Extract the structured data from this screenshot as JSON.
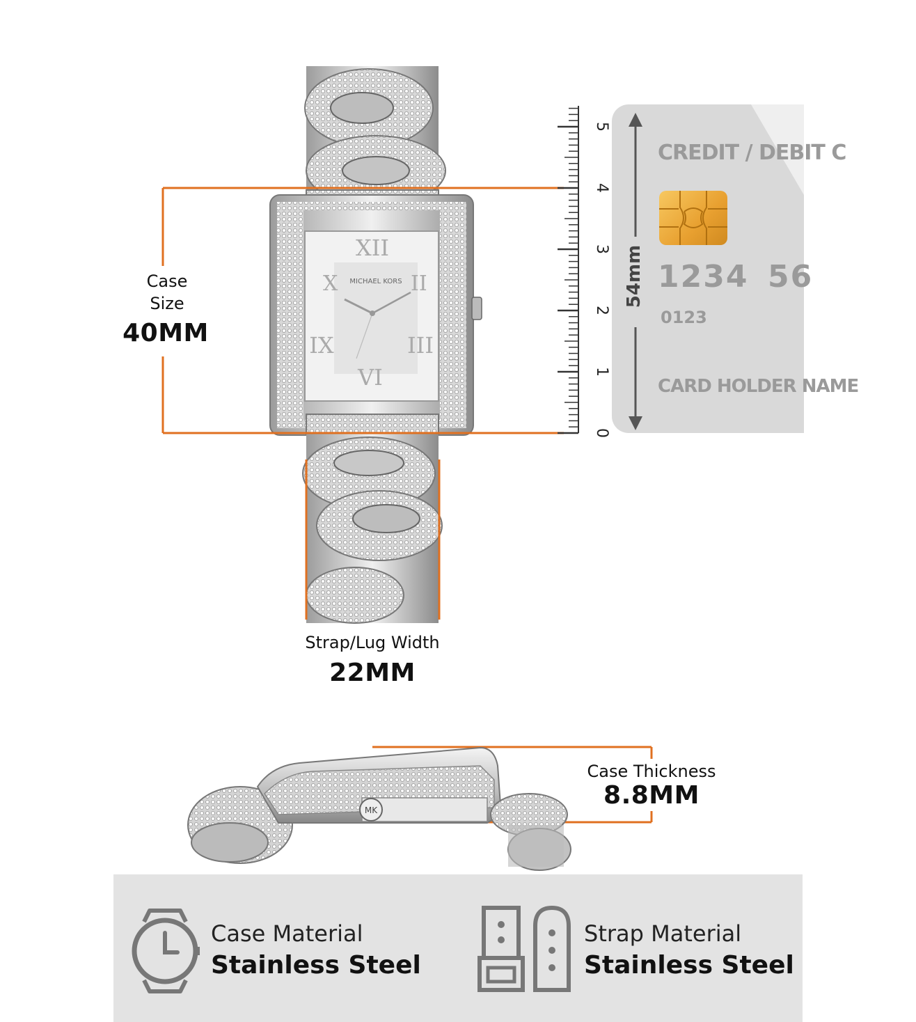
{
  "measurements": {
    "case_size": {
      "label_line1": "Case",
      "label_line2": "Size",
      "value": "40MM"
    },
    "strap_width": {
      "label": "Strap/Lug Width",
      "value": "22MM"
    },
    "case_thickness": {
      "label": "Case Thickness",
      "value": "8.8MM"
    }
  },
  "ruler": {
    "ticks": [
      "0",
      "1",
      "2",
      "3",
      "4",
      "5"
    ]
  },
  "card": {
    "title": "CREDIT / DEBIT C",
    "number_part1": "1234",
    "number_part2": "56",
    "small_number": "0123",
    "holder": "CARD HOLDER NAME",
    "height_label": "54mm"
  },
  "watch": {
    "dial_brand": "MICHAEL KORS",
    "crown_logo": "MK"
  },
  "specs": {
    "case_material": {
      "title": "Case Material",
      "value": "Stainless Steel",
      "icon": "watch-case-icon"
    },
    "strap_material": {
      "title": "Strap Material",
      "value": "Stainless Steel",
      "icon": "strap-icon"
    }
  },
  "colors": {
    "accent": "#e07020",
    "card": "#d9d9d9",
    "panel": "#e3e3e3"
  }
}
